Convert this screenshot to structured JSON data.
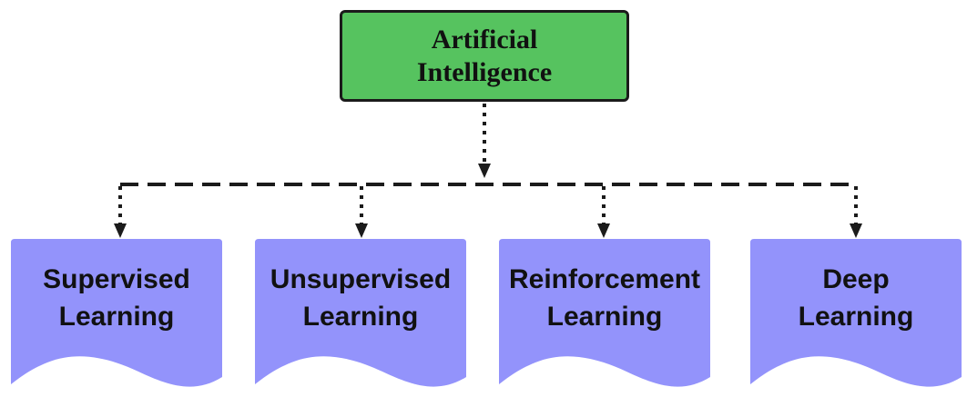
{
  "root": {
    "label": "Artificial Intelligence",
    "fill": "#56c35f",
    "border": "#1b1b1b"
  },
  "children": [
    {
      "label": "Supervised\nLearning"
    },
    {
      "label": "Unsupervised\nLearning"
    },
    {
      "label": "Reinforcement\nLearning"
    },
    {
      "label": "Deep\nLearning"
    }
  ],
  "child_fill": "#9393fb",
  "connector_color": "#1b1b1b"
}
